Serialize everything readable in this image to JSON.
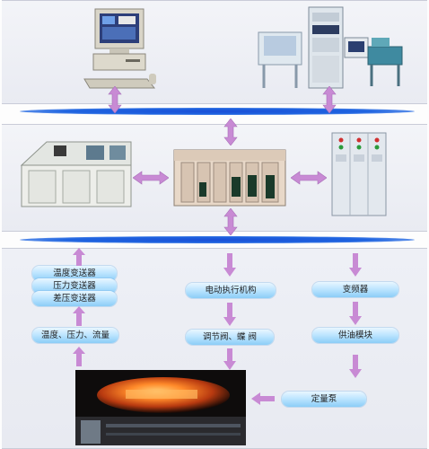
{
  "labels": {
    "transmitters": [
      "温度变送器",
      "压力变送器",
      "差压变送器"
    ],
    "sensors": "温度、压力、流量",
    "actuator": "电动执行机构",
    "valve": "调节阀、蝶 阀",
    "inverter": "变频器",
    "oil_supply": "供油模块",
    "pump": "定量泵"
  },
  "colors": {
    "bus": "#1f5fe0",
    "arrow": "#c88ad4",
    "label_bg": "#bfe6ff",
    "panel_bg": "#eceef4"
  }
}
